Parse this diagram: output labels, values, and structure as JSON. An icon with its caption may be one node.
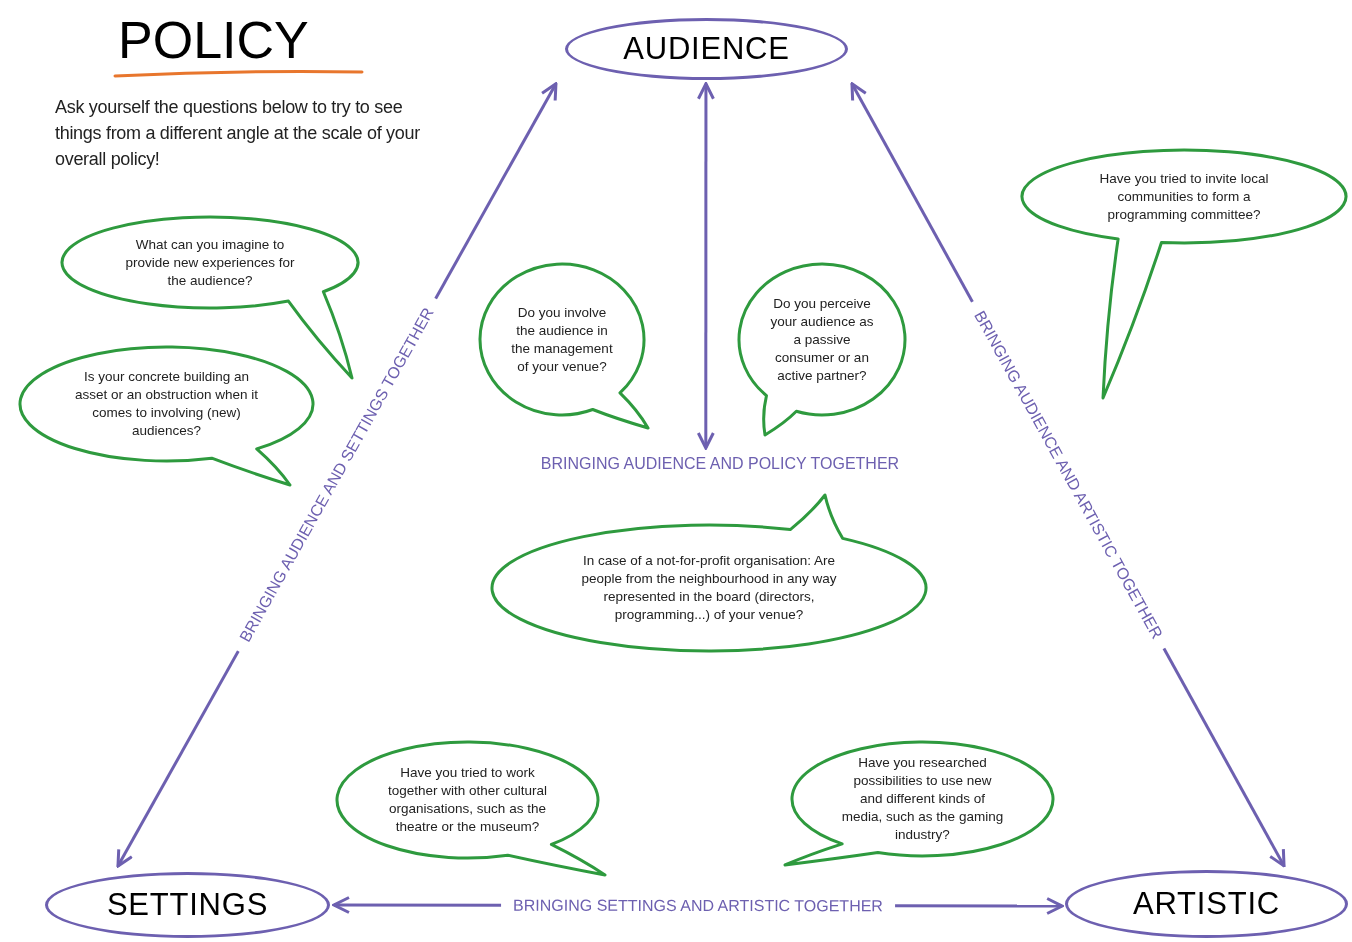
{
  "diagram": {
    "title": "POLICY",
    "nodes": [
      {
        "text": [
          "AUDIENCE"
        ]
      },
      {
        "text": [
          "SETTINGS"
        ]
      },
      {
        "text": [
          "ARTISTIC"
        ]
      },
      {
        "text": [
          "What can you imagine to provide new experiences for the audience?"
        ]
      },
      {
        "text": [
          "Is your concrete building an asset or an obstruction when it comes to involving (new) audiences?"
        ]
      },
      {
        "text": [
          "Do you involve the audience in the management of your venue?"
        ]
      },
      {
        "text": [
          "Do you perceive your audience as a passive consumer or an active partner?"
        ]
      },
      {
        "text": [
          "Have you tried to invite local communities to form a programming committee?"
        ]
      },
      {
        "text": [
          "In case of a not-for-profit organisation: Are people from the neighbourhood in any way represented in the board (directors, programming...) of your venue?"
        ]
      },
      {
        "text": [
          "Have you tried to work together with other cultural organisations, such as the theatre or the museum?"
        ]
      },
      {
        "text": [
          "Have you researched possibilities to use new and different kinds of media, such as the gaming industry?"
        ]
      },
      {
        "text": [
          "BRINGING AUDIENCE AND POLICY TOGETHER"
        ]
      }
    ],
    "edges": [
      {
        "from": 1,
        "to": 0,
        "arrow": "both",
        "label": "BRINGING AUDIENCE AND SETTINGS TOGETHER"
      },
      {
        "from": 0,
        "to": 2,
        "arrow": "both",
        "label": "BRINGING AUDIENCE AND ARTISTIC TOGETHER"
      },
      {
        "from": 1,
        "to": 2,
        "arrow": "both",
        "label": "BRINGING SETTINGS AND ARTISTIC TOGETHER"
      },
      {
        "from": 0,
        "to": 11,
        "arrow": "both"
      }
    ],
    "labels": [
      "Ask yourself the questions below to try to see things from a different angle at the scale of your overall policy!"
    ]
  }
}
